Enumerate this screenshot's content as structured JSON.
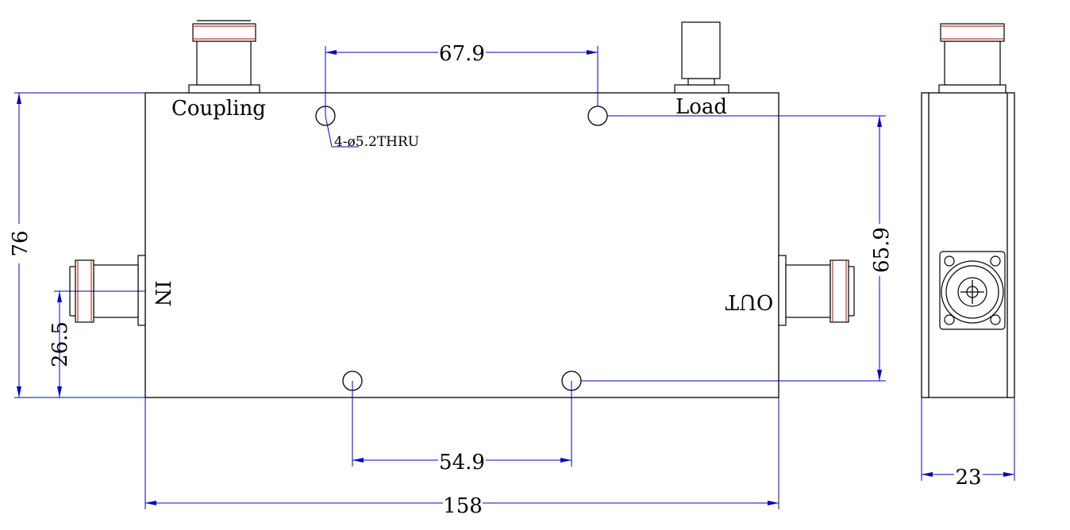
{
  "ports": {
    "coupling": "Coupling",
    "load": "Load",
    "input": "IN",
    "output": "OUT"
  },
  "hole_note": "4-ø5.2THRU",
  "dimensions": {
    "top_hole_spacing": "67.9",
    "bottom_hole_spacing": "54.9",
    "overall_length": "158",
    "overall_height": "76",
    "input_offset": "26.5",
    "hole_vertical_spacing": "65.9",
    "side_width": "23"
  },
  "colors": {
    "outline": "#000000",
    "dimension": "#0000c8",
    "connector_accent": "#c0392b"
  }
}
